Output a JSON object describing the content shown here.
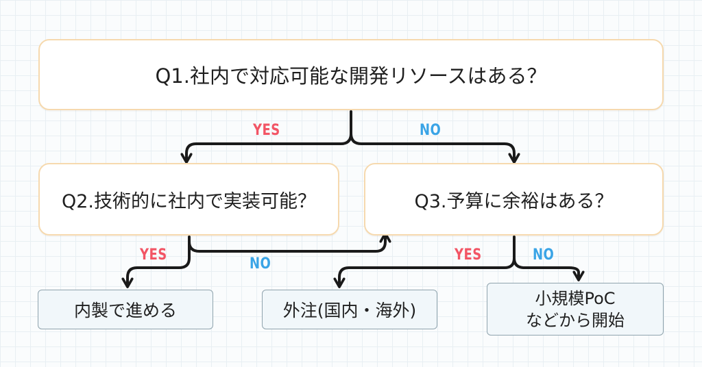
{
  "colors": {
    "yes": "#f25565",
    "no": "#3aa4e6",
    "question_border": "#f6d9ae",
    "result_border": "#8fa3ad",
    "result_fill": "#f1f7fa",
    "arrow": "#1a1a1a"
  },
  "questions": {
    "q1": "Q1.社内で対応可能な開発リソースはある？",
    "q2": "Q2.技術的に社内で実装可能？",
    "q3": "Q3.予算に余裕はある？"
  },
  "results": {
    "in_house": "内製で進める",
    "outsource": "外注(国内・海外)",
    "poc_line1": "小規模PoC",
    "poc_line2": "などから開始"
  },
  "edges": {
    "q1_yes": "YES",
    "q1_no": "NO",
    "q2_yes": "YES",
    "q2_no": "NO",
    "q3_yes": "YES",
    "q3_no": "NO"
  }
}
